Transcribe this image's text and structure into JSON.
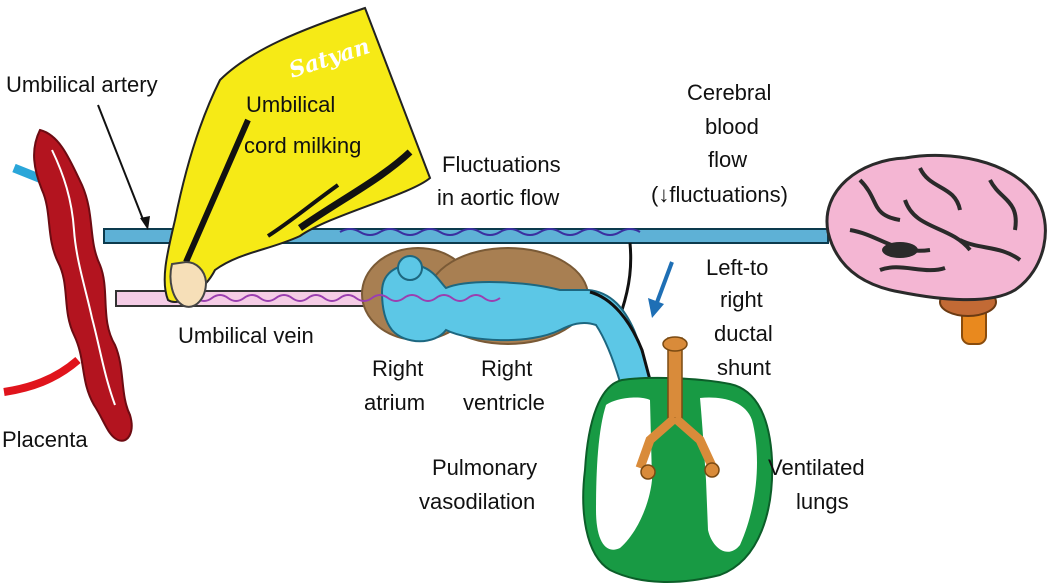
{
  "labels": {
    "umbilical_artery": "Umbilical artery",
    "umbilical_cord_milking": [
      "Umbilical",
      "cord milking"
    ],
    "watermark": "Satyan",
    "fluctuations_aortic": [
      "Fluctuations",
      "in aortic flow"
    ],
    "cerebral_blood_flow": [
      "Cerebral",
      "blood",
      "flow",
      "(↓fluctuations)"
    ],
    "left_to_right_shunt": [
      "Left-to",
      "right",
      "ductal",
      "shunt"
    ],
    "umbilical_vein": "Umbilical vein",
    "right_atrium": [
      "Right",
      "atrium"
    ],
    "right_ventricle": [
      "Right",
      "ventricle"
    ],
    "placenta": "Placenta",
    "pulmonary_vasodilation": [
      "Pulmonary",
      "vasodilation"
    ],
    "ventilated_lungs": [
      "Ventilated",
      "lungs"
    ]
  },
  "colors": {
    "placenta": "#b3141f",
    "artery": "#5eb1d6",
    "vein": "#f5cde6",
    "heart_outer": "#a87f52",
    "heart_inner": "#5cc7e6",
    "hand": "#f6ea16",
    "lungs": "#189a44",
    "airway": "#d98b3a",
    "brain": "#f4b6d3",
    "brainstem": "#e9891e",
    "arrow": "#1e6fb5",
    "wave_blue": "#3b2fa0",
    "wave_purple": "#9b3fb0"
  }
}
